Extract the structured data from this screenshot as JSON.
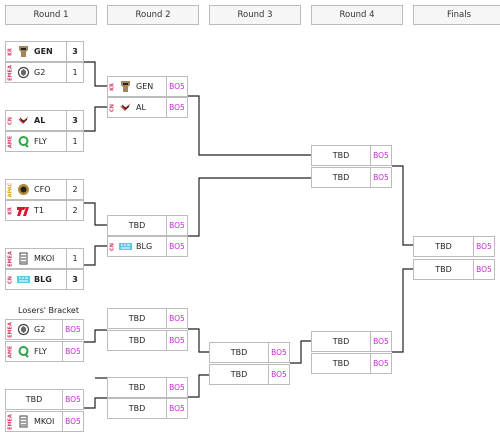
{
  "headers": [
    "Round 1",
    "Round 2",
    "Round 3",
    "Round 4",
    "Finals"
  ],
  "r1": [
    {
      "region": "KR",
      "name": "GEN",
      "score": "3",
      "win": true,
      "logo": "gen-logo"
    },
    {
      "region": "EMEA",
      "name": "G2",
      "score": "1",
      "win": false,
      "logo": "g2-logo"
    },
    {
      "region": "CN",
      "name": "AL",
      "score": "3",
      "win": true,
      "logo": "al-logo"
    },
    {
      "region": "AME",
      "name": "FLY",
      "score": "1",
      "win": false,
      "logo": "fly-logo"
    },
    {
      "region": "APAC",
      "name": "CFO",
      "score": "2",
      "win": false,
      "logo": "cfo-logo"
    },
    {
      "region": "KR",
      "name": "T1",
      "score": "2",
      "win": false,
      "logo": "t1-logo"
    },
    {
      "region": "EMEA",
      "name": "MKOI",
      "score": "1",
      "win": false,
      "logo": "mkoi-logo"
    },
    {
      "region": "CN",
      "name": "BLG",
      "score": "3",
      "win": true,
      "logo": "blg-logo"
    }
  ],
  "losers_label": "Losers' Bracket",
  "lb_r1": [
    {
      "region": "EMEA",
      "name": "G2",
      "bo": "BO5",
      "logo": "g2-logo"
    },
    {
      "region": "AME",
      "name": "FLY",
      "bo": "BO5",
      "logo": "fly-logo"
    }
  ],
  "lb_r1b": {
    "tbd": "TBD",
    "bo": "BO5"
  },
  "lb_r1c": {
    "region": "EMEA",
    "name": "MKOI",
    "bo": "BO5",
    "logo": "mkoi-logo"
  },
  "r2": [
    {
      "region": "KR",
      "name": "GEN",
      "bo": "BO5",
      "logo": "gen-logo"
    },
    {
      "region": "CN",
      "name": "AL",
      "bo": "BO5",
      "logo": "al-logo"
    },
    {
      "tbd": "TBD",
      "bo": "BO5"
    },
    {
      "region": "CN",
      "name": "BLG",
      "bo": "BO5",
      "logo": "blg-logo"
    }
  ],
  "lb_r2": [
    {
      "tbd": "TBD",
      "bo": "BO5"
    },
    {
      "tbd": "TBD",
      "bo": "BO5"
    },
    {
      "tbd": "TBD",
      "bo": "BO5"
    },
    {
      "tbd": "TBD",
      "bo": "BO5"
    }
  ],
  "r3": [
    {
      "tbd": "TBD",
      "bo": "BO5"
    },
    {
      "tbd": "TBD",
      "bo": "BO5"
    }
  ],
  "r4_upper": [
    {
      "tbd": "TBD",
      "bo": "BO5"
    },
    {
      "tbd": "TBD",
      "bo": "BO5"
    }
  ],
  "r4_lower": [
    {
      "tbd": "TBD",
      "bo": "BO5"
    },
    {
      "tbd": "TBD",
      "bo": "BO5"
    }
  ],
  "finals": [
    {
      "tbd": "TBD",
      "bo": "BO5"
    },
    {
      "tbd": "TBD",
      "bo": "BO5"
    }
  ],
  "colors": {
    "bo": "#c42bd6",
    "region_red": "#d23a5e",
    "border": "#bcbcbc"
  }
}
